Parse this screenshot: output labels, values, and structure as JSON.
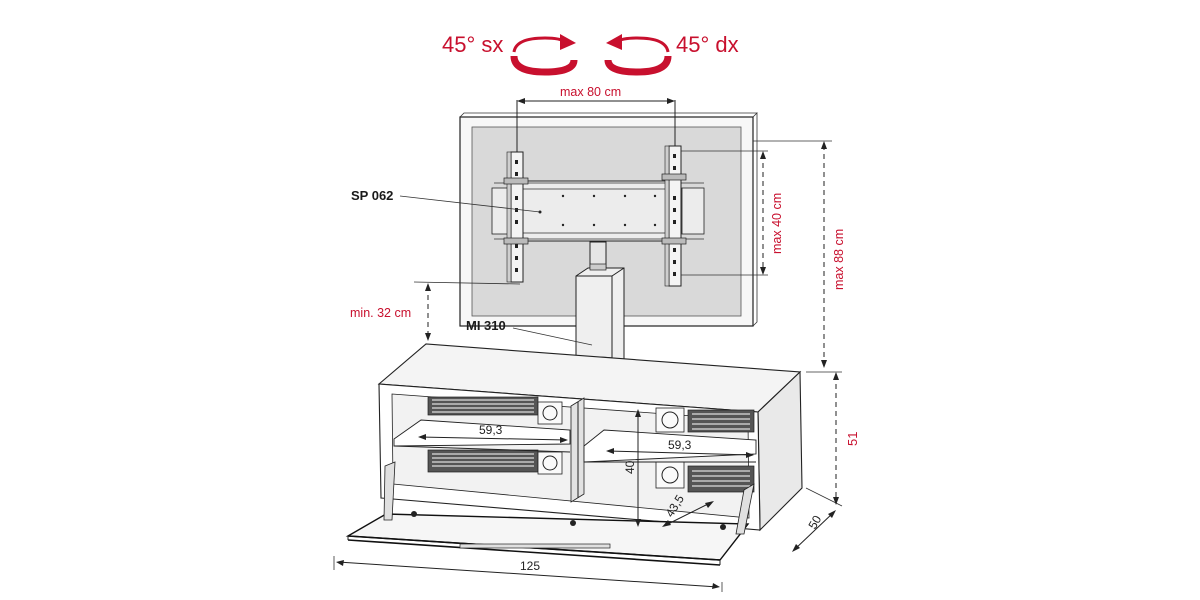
{
  "rotation": {
    "left_label": "45° sx",
    "right_label": "45° dx"
  },
  "dimensions": {
    "bracket_width": "max 80 cm",
    "bracket_height": "max 40 cm",
    "total_height": "max 88 cm",
    "min_clearance": "min. 32 cm",
    "shelf_left_width": "59,3",
    "shelf_right_width": "59,3",
    "compartment_height": "40",
    "compartment_depth": "43,5",
    "cabinet_width": "125",
    "cabinet_height": "51",
    "cabinet_depth": "50"
  },
  "parts": {
    "bracket_code": "SP 062",
    "column_code": "MI 310"
  },
  "colors": {
    "accent_red": "#c8102e",
    "screen_gray": "#d9d9d9",
    "bezel": "#f7f7f7",
    "line": "#222222"
  }
}
